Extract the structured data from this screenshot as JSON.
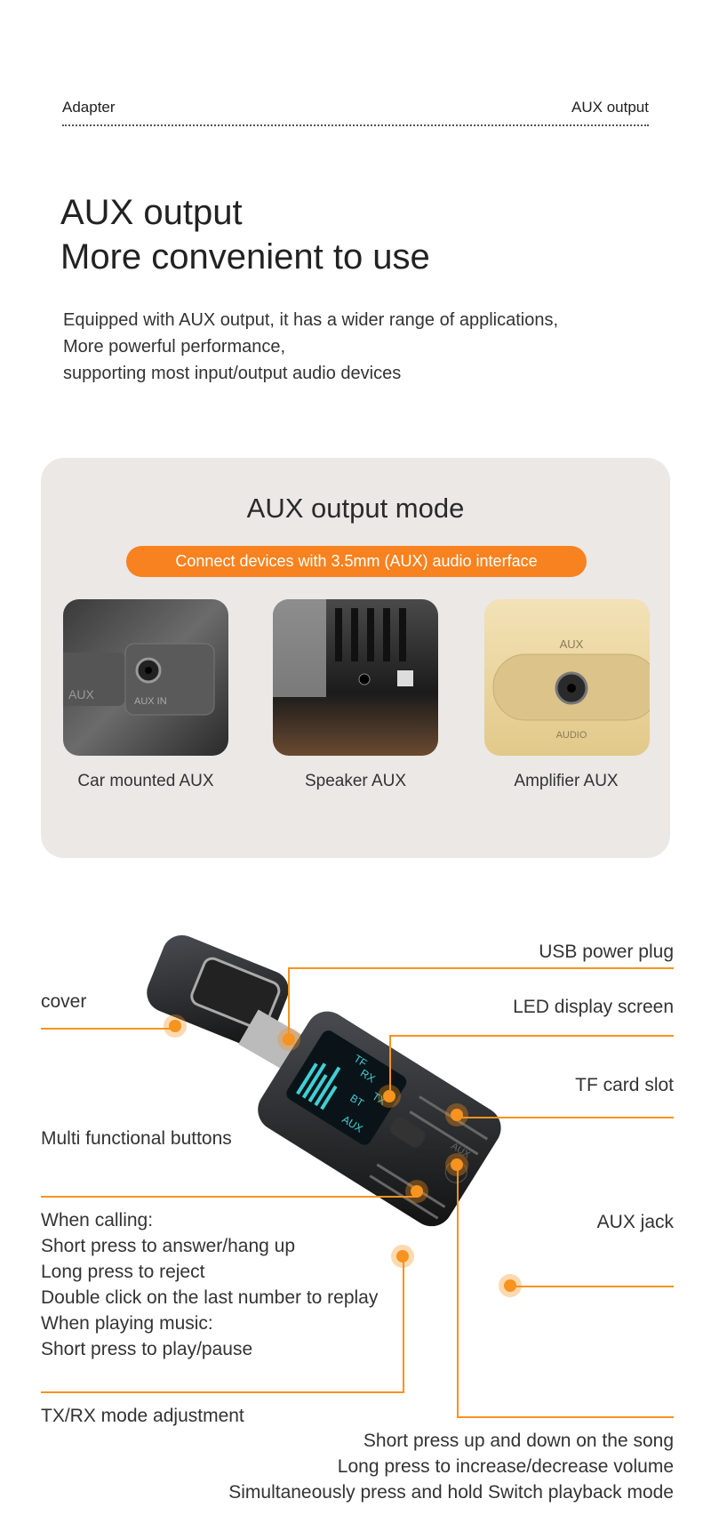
{
  "header": {
    "left": "Adapter",
    "right": "AUX output"
  },
  "hero": {
    "title_line1": "AUX output",
    "title_line2": "More convenient to use",
    "desc": [
      "Equipped with AUX output, it has a wider range of applications,",
      "More powerful performance,",
      "supporting most input/output audio devices"
    ]
  },
  "mode_card": {
    "title": "AUX output mode",
    "pill": "Connect devices with 3.5mm (AUX) audio interface",
    "tiles": [
      {
        "caption": "Car mounted AUX",
        "photo_text": [
          "AUX",
          "AUX IN"
        ]
      },
      {
        "caption": "Speaker AUX"
      },
      {
        "caption": "Amplifier AUX",
        "photo_text": [
          "AUX",
          "AUDIO"
        ]
      }
    ]
  },
  "device": {
    "screen_text": [
      "RX",
      "TX",
      "TF",
      "BT",
      "AUX"
    ],
    "body_text": "AUX",
    "labels": {
      "usb": "USB power plug",
      "cover": "cover",
      "led": "LED display screen",
      "tf": "TF card slot",
      "multi": "Multi functional buttons",
      "aux_jack": "AUX jack",
      "txrx": "TX/RX mode adjustment"
    },
    "multi_desc": [
      "When calling:",
      "Short press to answer/hang up",
      "Long press to reject",
      "Double click on the last number to replay",
      "When playing music:",
      "Short press to play/pause"
    ],
    "song_desc": [
      "Short press up and down on the song",
      "Long press to increase/decrease volume",
      "Simultaneously press and hold Switch playback mode"
    ]
  },
  "colors": {
    "accent": "#f7931e",
    "pill": "#f7821f",
    "card": "#ebe8e5"
  }
}
